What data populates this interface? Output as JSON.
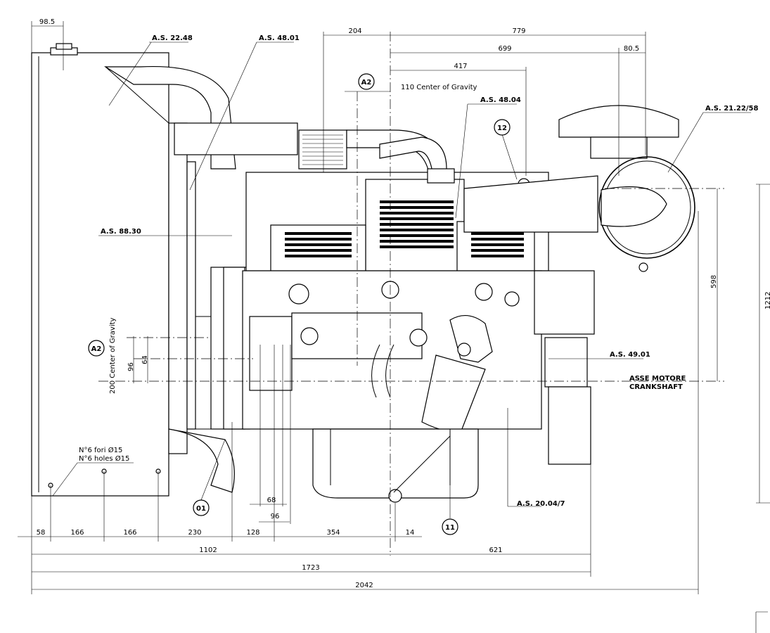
{
  "dimensions": {
    "top_98_5": "98.5",
    "top_204": "204",
    "top_779": "779",
    "top_699": "699",
    "top_80_5": "80.5",
    "top_417": "417",
    "cog_110": "110 Center of Gravity",
    "cog_200": "200 Center of Gravity",
    "left_96": "96",
    "left_64": "64",
    "right_598": "598",
    "right_1212": "1212",
    "b_68": "68",
    "b_96": "96",
    "b_58": "58",
    "b_166a": "166",
    "b_166b": "166",
    "b_230": "230",
    "b_128": "128",
    "b_354": "354",
    "b_14": "14",
    "b_1102": "1102",
    "b_621": "621",
    "b_1723": "1723",
    "b_2042": "2042"
  },
  "labels": {
    "as_22_48": "A.S. 22.48",
    "as_48_01": "A.S. 48.01",
    "as_48_04": "A.S. 48.04",
    "as_21_22_58": "A.S. 21.22/58",
    "as_88_30": "A.S. 88.30",
    "as_49_01": "A.S. 49.01",
    "as_20_04_7": "A.S. 20.04/7",
    "asse_motore": "ASSE MOTORE",
    "crankshaft": "CRANKSHAFT",
    "holes_it": "N°6 fori Ø15",
    "holes_en": "N°6 holes Ø15"
  },
  "balloons": {
    "a2_top": "A2",
    "a2_left": "A2",
    "b12": "12",
    "b01": "01",
    "b11": "11"
  }
}
